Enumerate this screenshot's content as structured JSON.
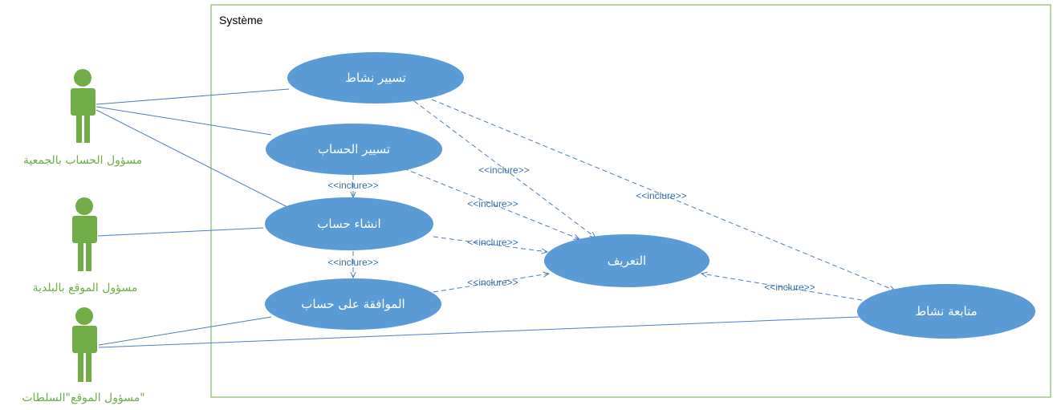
{
  "system": {
    "label": "Système"
  },
  "colors": {
    "usecase_fill": "#5b9bd5",
    "actor_fill": "#70ad47",
    "actor_label": "#70ad47",
    "line": "#4a7ebb",
    "relation_label": "#3a6ea5",
    "boundary": "#70ad47"
  },
  "actors": [
    {
      "id": "association",
      "label": "مسؤول الحساب بالجمعية",
      "icon": "actor-stick-figure"
    },
    {
      "id": "municipality",
      "label": "مسؤول الموقع بالبلدية",
      "icon": "actor-stick-figure"
    },
    {
      "id": "authorities",
      "label": "مسؤول الموقع\"السلطات\"",
      "icon": "actor-stick-figure"
    }
  ],
  "use_cases": [
    {
      "id": "manage_activity",
      "label": "تسيير نشاط"
    },
    {
      "id": "manage_account",
      "label": "تسيير الحساب"
    },
    {
      "id": "create_account",
      "label": "انشاء حساب"
    },
    {
      "id": "approve_account",
      "label": "الموافقة على حساب"
    },
    {
      "id": "identification",
      "label": "التعريف"
    },
    {
      "id": "follow_activity",
      "label": "متابعة نشاط"
    }
  ],
  "relations": [
    {
      "label": "<<inclure>>"
    },
    {
      "label": "<<inclure>>"
    },
    {
      "label": "<<inclure>>"
    },
    {
      "label": "<<inclure>>"
    },
    {
      "label": "<<inclure>>"
    },
    {
      "label": "<<inclure>>"
    },
    {
      "label": "<<inclure>>"
    },
    {
      "label": "<<inclure>>"
    }
  ]
}
